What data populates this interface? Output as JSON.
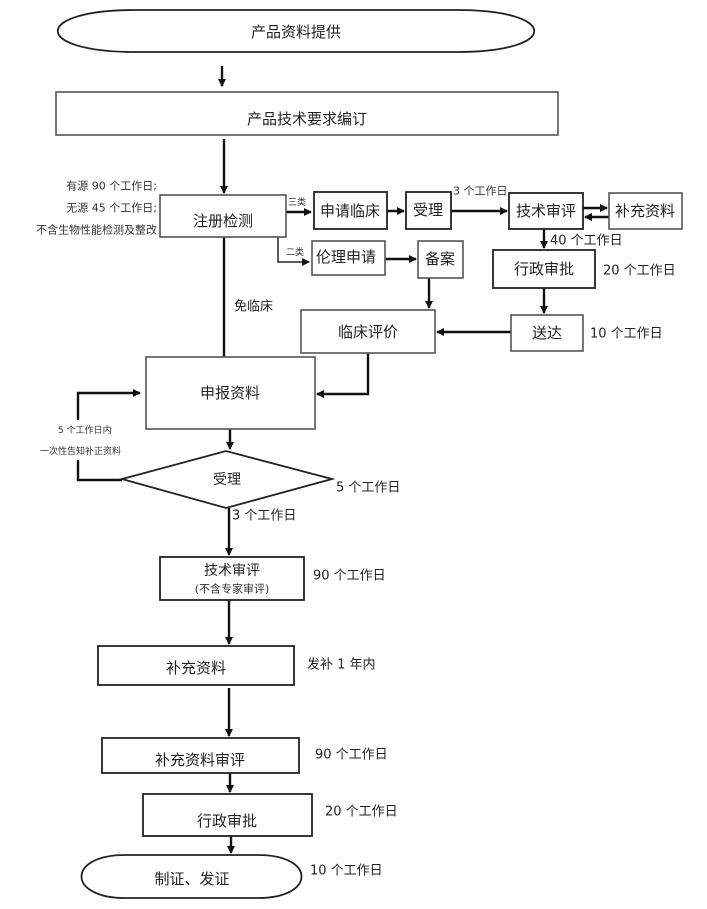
{
  "diagram": {
    "type": "flowchart",
    "nodes": {
      "start": "产品资料提供",
      "tech_req": "产品技术要求编订",
      "reg_test": "注册检测",
      "apply_clinical": "申请临床",
      "accept_clinical": "受理",
      "tech_review_clinical": "技术审评",
      "supplement_clinical": "补充资料",
      "ethics_apply": "伦理申请",
      "filing": "备案",
      "admin_approval_clinical": "行政审批",
      "delivery": "送达",
      "clinical_eval": "临床评价",
      "submit": "申报资料",
      "accept": "受理",
      "tech_review": "技术审评",
      "tech_review_note": "(不含专家审评)",
      "supplement": "补充资料",
      "supplement_review": "补充资料审评",
      "admin_approval": "行政审批",
      "end": "制证、发证"
    },
    "edge_labels": {
      "class3": "三类",
      "class2": "二类",
      "exempt_clinical": "免临床",
      "accept_to_review": "3 个工作日",
      "review_to_approval": "40 个工作日"
    },
    "notes": {
      "test_active": "有源 90 个工作日;",
      "test_passive": "无源 45 个工作日;",
      "test_exclude": "不含生物性能检测及整改",
      "admin_clinical_days": "20 个工作日",
      "delivery_days": "10 个工作日",
      "loop_line1": "5 个工作日内",
      "loop_line2": "一次性告知补正资料",
      "accept_days": "5 个工作日",
      "accept_out_days": "3 个工作日",
      "tech_review_days": "90 个工作日",
      "supplement_days": "发补 1 年内",
      "supplement_review_days": "90 个工作日",
      "admin_approval_days": "20 个工作日",
      "end_days": "10 个工作日"
    }
  }
}
